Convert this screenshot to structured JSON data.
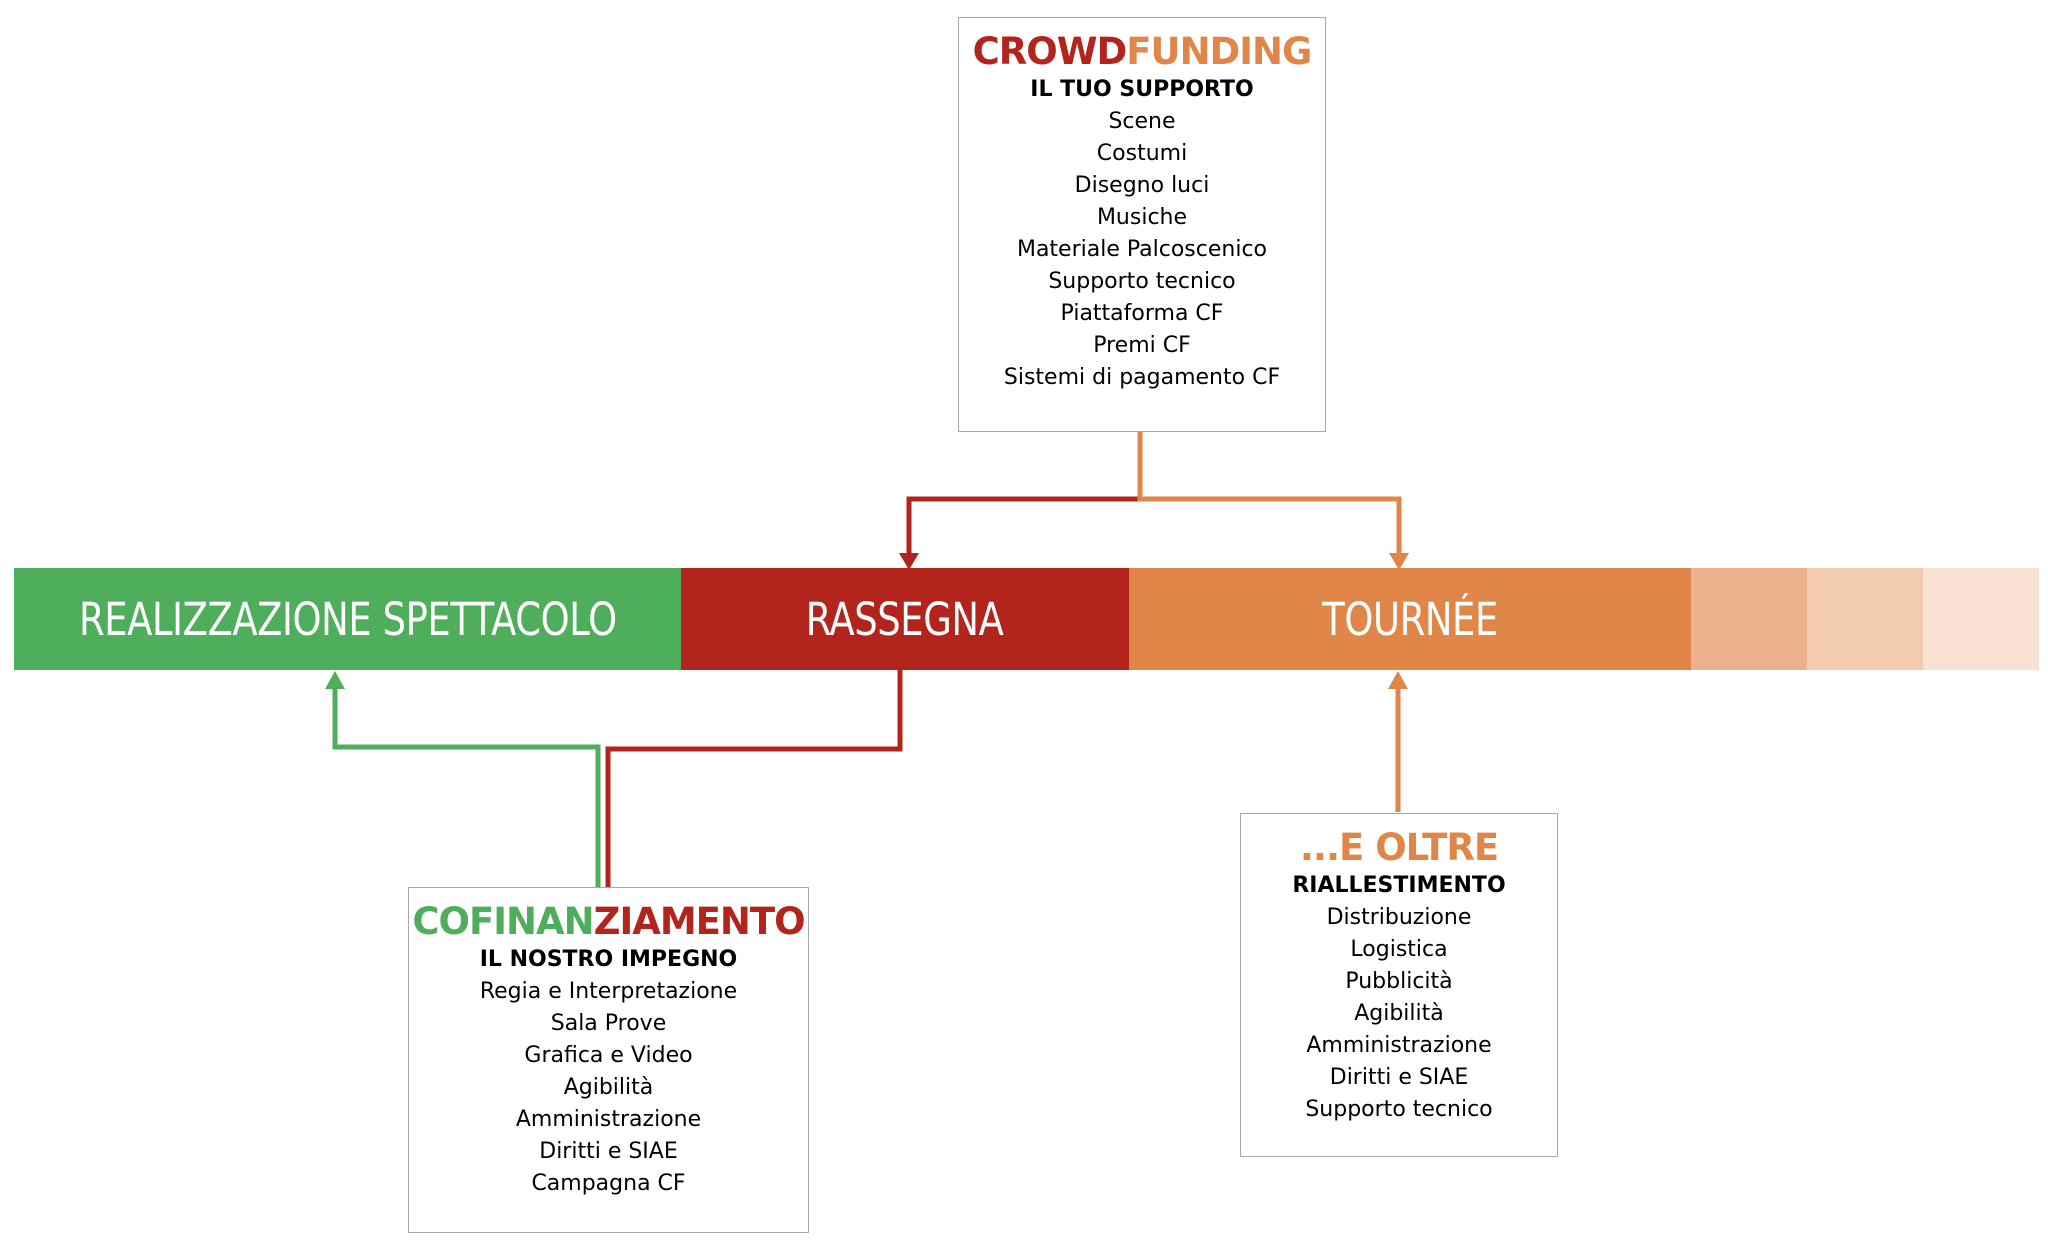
{
  "timeline": {
    "phases": [
      {
        "label": "REALIZZAZIONE SPETTACOLO",
        "color": "#4fae5c"
      },
      {
        "label": "RASSEGNA",
        "color": "#b2241c"
      },
      {
        "label": "TOURNÉE",
        "color": "#e08648"
      }
    ],
    "fade_colors": [
      "#ebb08c",
      "#f2cbb0",
      "#f8e2d3"
    ]
  },
  "crowdfunding": {
    "title_part1": "CROWD",
    "title_part2": "FUNDING",
    "title_color1": "#b2241c",
    "title_color2": "#e08648",
    "subtitle": "IL TUO SUPPORTO",
    "items": [
      "Scene",
      "Costumi",
      "Disegno luci",
      "Musiche",
      "Materiale Palcoscenico",
      "Supporto tecnico",
      "Piattaforma CF",
      "Premi CF",
      "Sistemi di pagamento CF"
    ]
  },
  "cofinanziamento": {
    "title_part1": "COFINAN",
    "title_part2": "ZIAMENTO",
    "title_color1": "#4fae5c",
    "title_color2": "#b2241c",
    "subtitle": "IL NOSTRO IMPEGNO",
    "items": [
      "Regia e Interpretazione",
      "Sala Prove",
      "Grafica e Video",
      "Agibilità",
      "Amministrazione",
      "Diritti e SIAE",
      "Campagna CF"
    ]
  },
  "oltre": {
    "title": "...E OLTRE",
    "title_color": "#e08648",
    "subtitle": "RIALLESTIMENTO",
    "items": [
      "Distribuzione",
      "Logistica",
      "Pubblicità",
      "Agibilità",
      "Amministrazione",
      "Diritti e SIAE",
      "Supporto tecnico"
    ]
  },
  "connector_colors": {
    "green": "#4fae5c",
    "red": "#b2241c",
    "orange": "#e08648"
  }
}
